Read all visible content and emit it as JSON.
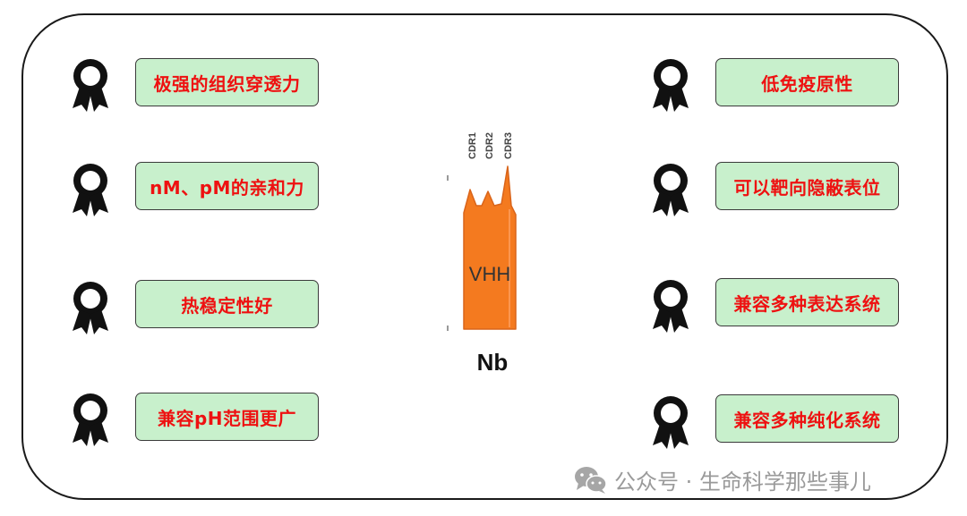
{
  "left_features": [
    {
      "label": "极强的组织穿透力"
    },
    {
      "label": "nM、pM的亲和力"
    },
    {
      "label": "热稳定性好"
    },
    {
      "label": "兼容pH范围更广"
    }
  ],
  "right_features": [
    {
      "label": "低免疫原性"
    },
    {
      "label": "可以靶向隐蔽表位"
    },
    {
      "label": "兼容多种表达系统"
    },
    {
      "label": "兼容多种纯化系统"
    }
  ],
  "nanobody": {
    "cdr_labels": [
      "CDR1",
      "CDR2",
      "CDR3"
    ],
    "body_label": "VHH",
    "caption": "Nb"
  },
  "watermark": {
    "text": "公众号 · 生命科学那些事儿",
    "icon": "wechat-icon"
  },
  "colors": {
    "box_fill": "#c8f0cc",
    "label_text": "#ee1111",
    "nanobody_fill": "#f47a1f",
    "icon": "#111111"
  }
}
